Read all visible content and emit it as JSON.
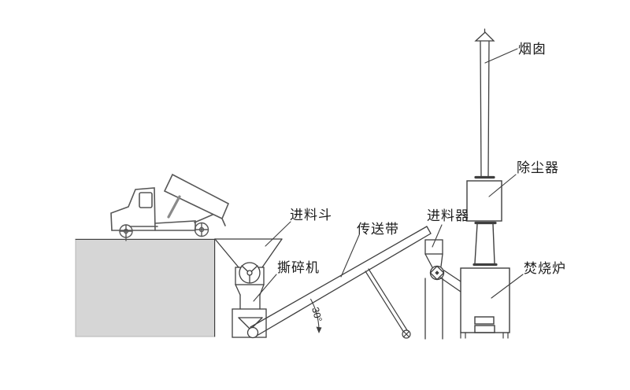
{
  "diagram": {
    "labels": {
      "chimney": "烟囱",
      "dust_collector": "除尘器",
      "incinerator": "焚烧炉",
      "feeder": "进料器",
      "conveyor_belt": "传送带",
      "feed_hopper": "进料斗",
      "shredder": "撕碎机",
      "conveyor_angle": "30°"
    },
    "colors": {
      "background": "#ffffff",
      "line": "#3f3f3f",
      "truck_line": "#575757",
      "platform_fill": "#d6d6d6",
      "platform_edge": "#444444",
      "text": "#1c1c1c"
    }
  }
}
